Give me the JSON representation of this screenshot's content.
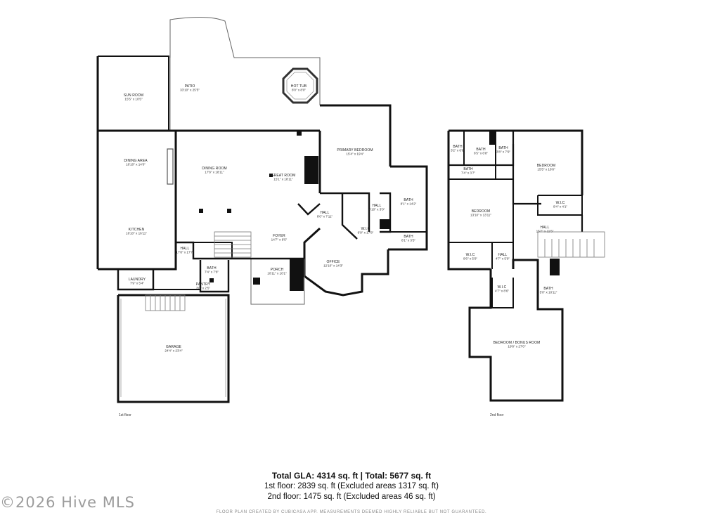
{
  "floors": [
    {
      "label": "1st floor",
      "rooms": [
        {
          "id": "patio",
          "name": "PATIO",
          "dim": "33'10\" x 25'5\""
        },
        {
          "id": "hot-tub",
          "name": "HOT TUB",
          "dim": "8'0\" x 8'0\""
        },
        {
          "id": "sun-room",
          "name": "SUN ROOM",
          "dim": "15'5\" x 10'5\""
        },
        {
          "id": "dining-area",
          "name": "DINING AREA",
          "dim": "16'10\" x 14'0\""
        },
        {
          "id": "dining-room",
          "name": "DINING ROOM",
          "dim": "17'8\" x 18'11\""
        },
        {
          "id": "great-room",
          "name": "GREAT ROOM",
          "dim": "15'1\" x 18'11\""
        },
        {
          "id": "primary-bedroom",
          "name": "PRIMARY BEDROOM",
          "dim": "15'4\" x 19'4\""
        },
        {
          "id": "kitchen",
          "name": "KITCHEN",
          "dim": "16'10\" x 16'11\""
        },
        {
          "id": "hall-1",
          "name": "HALL",
          "dim": "8'0\" x 7'11\""
        },
        {
          "id": "hall-2",
          "name": "HALL",
          "dim": "4'10\" x 3'0\""
        },
        {
          "id": "bath-primary",
          "name": "BATH",
          "dim": "8'1\" x 14'2\""
        },
        {
          "id": "wic-primary",
          "name": "W.I.C",
          "dim": "9'9\" x 17'8\""
        },
        {
          "id": "bath-small",
          "name": "BATH",
          "dim": "8'1\" x 3'5\""
        },
        {
          "id": "foyer",
          "name": "FOYER",
          "dim": "14'7\" x 9'5\""
        },
        {
          "id": "hall-3",
          "name": "HALL",
          "dim": "17'8\" x 17'7\""
        },
        {
          "id": "office",
          "name": "OFFICE",
          "dim": "12'10\" x 14'3\""
        },
        {
          "id": "bath-half",
          "name": "BATH",
          "dim": "7'4\" x 7'8\""
        },
        {
          "id": "porch",
          "name": "PORCH",
          "dim": "10'11\" x 10'1\""
        },
        {
          "id": "laundry",
          "name": "LAUNDRY",
          "dim": "7'9\" x 5'4\""
        },
        {
          "id": "pantry",
          "name": "PANTRY",
          "dim": "3'0\" x 2'5\""
        },
        {
          "id": "garage",
          "name": "GARAGE",
          "dim": "24'4\" x 23'4\""
        }
      ]
    },
    {
      "label": "2nd floor",
      "rooms": [
        {
          "id": "bath-a",
          "name": "BATH",
          "dim": "3'2\" x 6'8\""
        },
        {
          "id": "bath-b",
          "name": "BATH",
          "dim": "6'5\" x 6'8\""
        },
        {
          "id": "bath-c",
          "name": "BATH",
          "dim": "3'8\" x 7'9\""
        },
        {
          "id": "bedroom-2",
          "name": "BEDROOM",
          "dim": "15'5\" x 16'8\""
        },
        {
          "id": "bath-d",
          "name": "BATH",
          "dim": "7'4\" x 3'7\""
        },
        {
          "id": "wic-2",
          "name": "W.I.C",
          "dim": "9'4\" x 4'1\""
        },
        {
          "id": "bedroom-3",
          "name": "BEDROOM",
          "dim": "13'10\" x 13'11\""
        },
        {
          "id": "hall-4",
          "name": "HALL",
          "dim": "15'7\" x 11'5\""
        },
        {
          "id": "wic-3",
          "name": "W.I.C",
          "dim": "9'6\" x 5'9\""
        },
        {
          "id": "hall-5",
          "name": "HALL",
          "dim": "4'7\" x 5'9\""
        },
        {
          "id": "wic-4",
          "name": "W.I.C",
          "dim": "4'7\" x 8'6\""
        },
        {
          "id": "bath-e",
          "name": "BATH",
          "dim": "5'0\" x 10'11\""
        },
        {
          "id": "bonus",
          "name": "BEDROOM / BONUS ROOM",
          "dim": "19'8\" x 27'0\""
        }
      ]
    }
  ],
  "summary": {
    "total": "Total GLA: 4314 sq. ft | Total: 5677 sq. ft",
    "floor1": "1st floor: 2839 sq. ft (Excluded areas 1317 sq. ft)",
    "floor2": "2nd floor: 1475 sq. ft (Excluded areas 46 sq. ft)",
    "disclaimer": "FLOOR PLAN CREATED BY CUBICASA APP. MEASUREMENTS DEEMED HIGHLY RELIABLE BUT NOT GUARANTEED."
  },
  "watermark": "©2026 Hive MLS",
  "colors": {
    "wall": "#111111",
    "thin": "#555555",
    "stairs": "#777777",
    "text": "#222222",
    "watermark": "#9c9c9c"
  }
}
